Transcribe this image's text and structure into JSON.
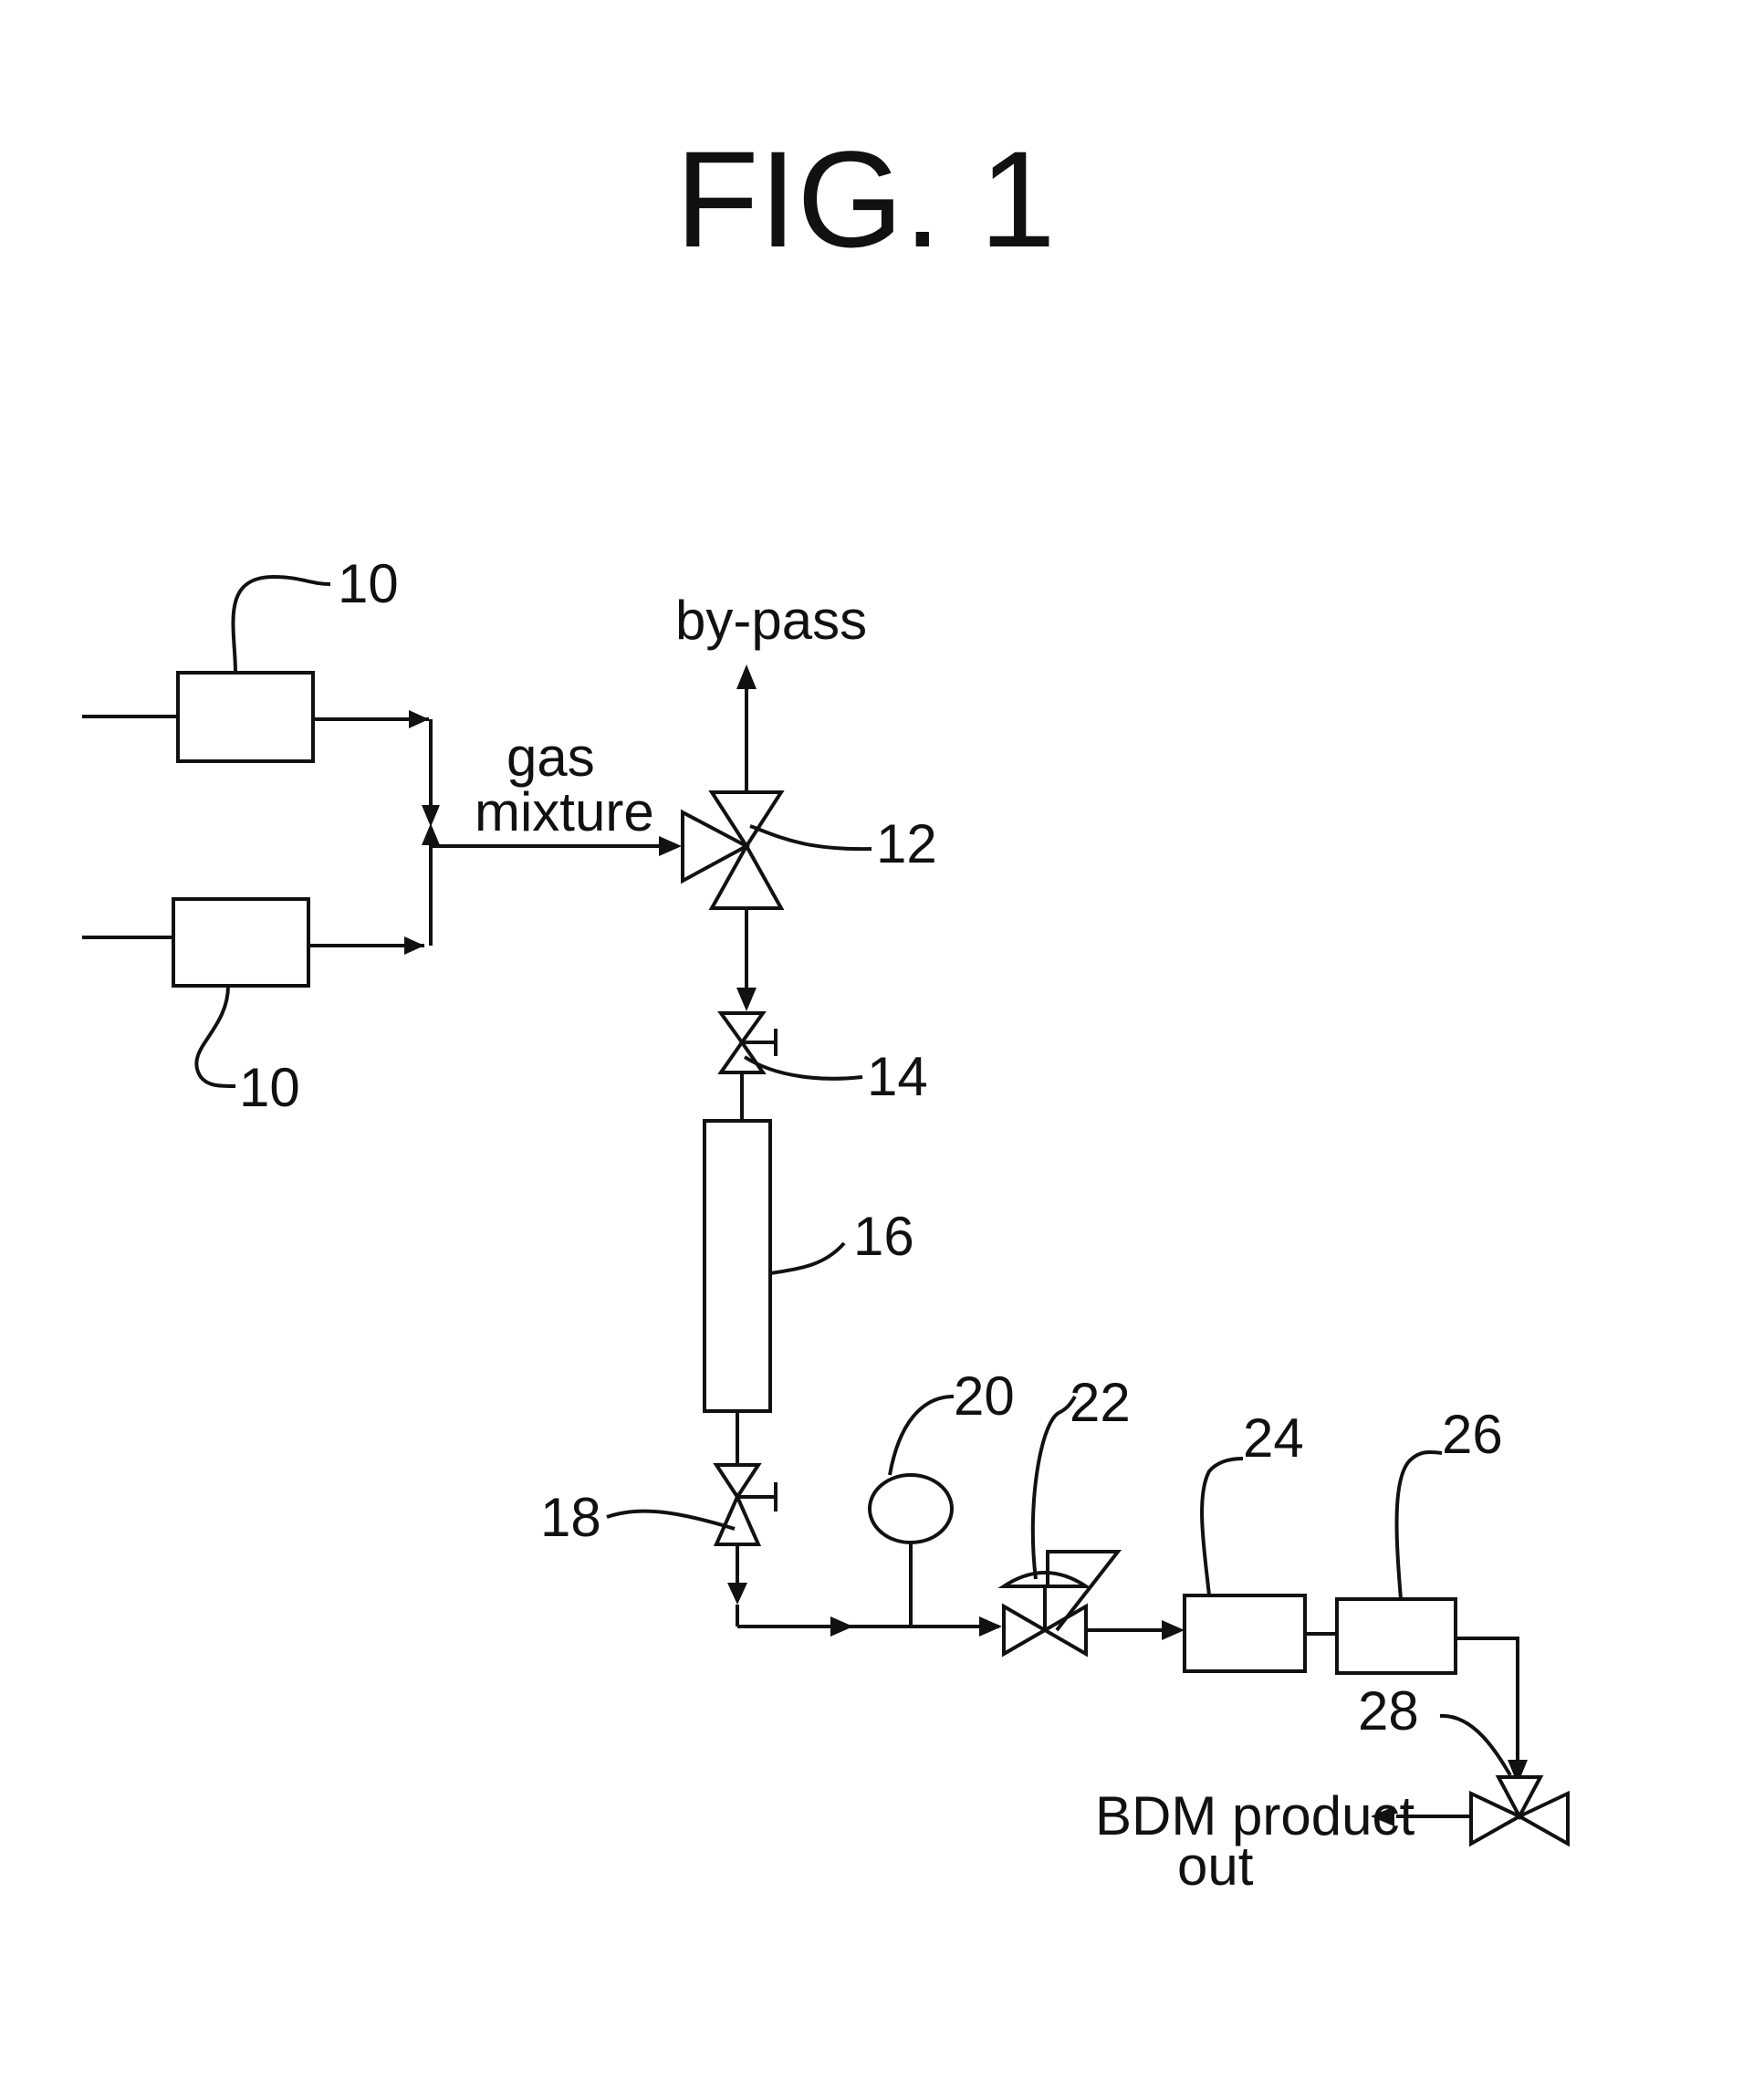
{
  "figure": {
    "title": "FIG. 1",
    "labels": {
      "bypass": "by-pass",
      "gas_line1": "gas",
      "gas_line2": "mixture",
      "product_line1": "BDM product",
      "product_line2": "out"
    },
    "reference_numerals": {
      "source_top": "10",
      "source_bottom": "10",
      "three_way_valve": "12",
      "inlet_valve": "14",
      "column": "16",
      "outlet_valve": "18",
      "gauge": "20",
      "regulator": "22",
      "unit_24": "24",
      "unit_26": "26",
      "product_valve": "28"
    }
  }
}
